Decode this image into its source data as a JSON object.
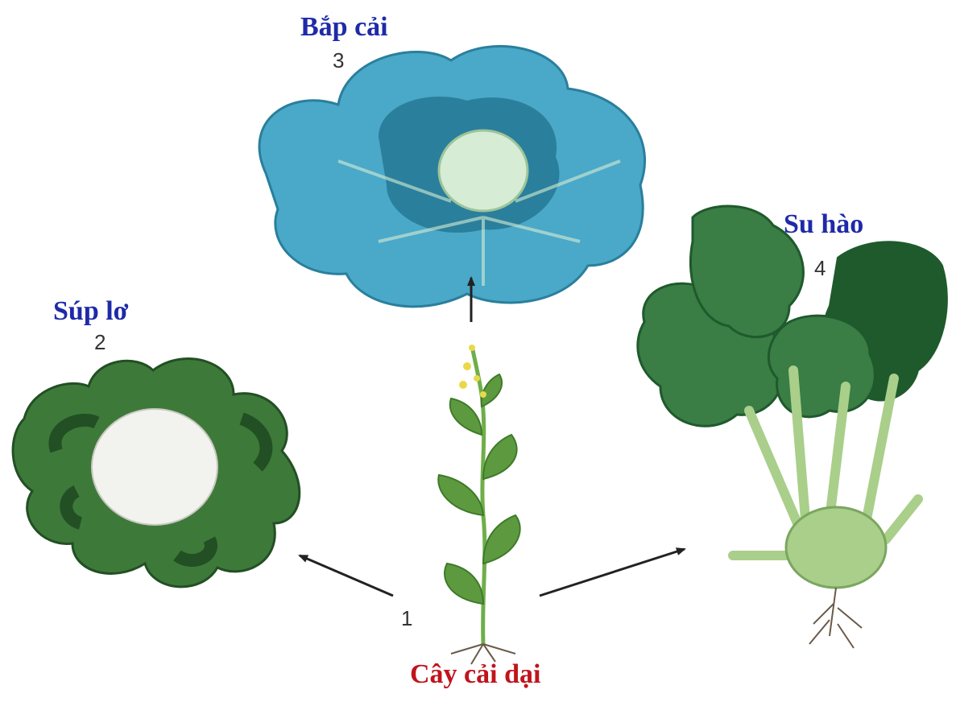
{
  "labels": {
    "wild": "Cây cải dại",
    "cauliflower": "Súp lơ",
    "cabbage": "Bắp cải",
    "kohlrabi": "Su hào"
  },
  "numbers": {
    "wild": "1",
    "cauliflower": "2",
    "cabbage": "3",
    "kohlrabi": "4"
  },
  "colors": {
    "label_blue": "#1e2aa8",
    "label_red": "#c0141c",
    "arrow": "#222222",
    "cabbage_leaf": "#4aa8c8",
    "cabbage_dark": "#2a7f9c",
    "cabbage_head": "#d7ecd4",
    "cauli_leaf": "#3d7a3a",
    "cauli_dark": "#234f24",
    "cauli_head": "#f2f2ee",
    "kohl_leaf": "#3a7d45",
    "kohl_dark": "#1f5a2c",
    "kohl_bulb": "#a9cf8a",
    "stem_green": "#6fae4a",
    "wild_leaf": "#5d9a3f",
    "flower_yellow": "#e9d94a",
    "root": "#6a5a48"
  }
}
